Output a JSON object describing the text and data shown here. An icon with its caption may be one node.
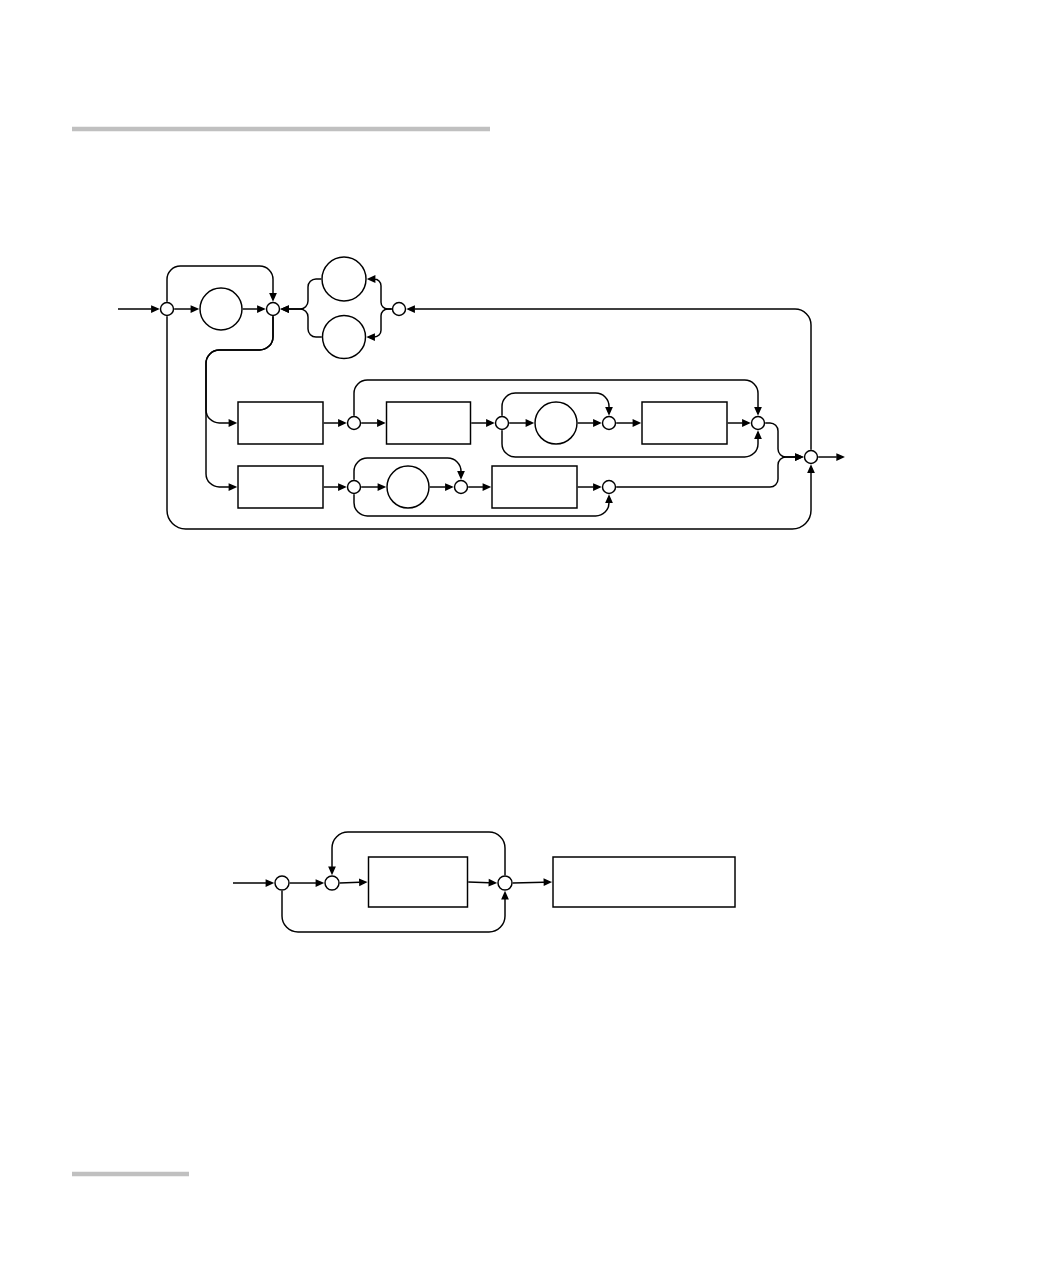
{
  "diagram": {
    "nodes": [
      {
        "text": [],
        "shape": "circle"
      },
      {
        "text": [],
        "shape": "circle"
      },
      {
        "text": [],
        "shape": "circle"
      },
      {
        "text": [],
        "shape": "circle"
      },
      {
        "text": [],
        "shape": "circle"
      },
      {
        "text": [],
        "shape": "circle"
      },
      {
        "text": [],
        "shape": "box"
      },
      {
        "text": [],
        "shape": "circle"
      },
      {
        "text": [],
        "shape": "box"
      },
      {
        "text": [],
        "shape": "circle"
      },
      {
        "text": [],
        "shape": "circle"
      },
      {
        "text": [],
        "shape": "circle"
      },
      {
        "text": [],
        "shape": "box"
      },
      {
        "text": [],
        "shape": "circle"
      },
      {
        "text": [],
        "shape": "circle"
      },
      {
        "text": [],
        "shape": "box"
      },
      {
        "text": [],
        "shape": "circle"
      },
      {
        "text": [],
        "shape": "circle"
      },
      {
        "text": [],
        "shape": "circle"
      },
      {
        "text": [],
        "shape": "box"
      },
      {
        "text": [],
        "shape": "circle"
      },
      {
        "text": [],
        "shape": "circle"
      },
      {
        "text": [],
        "shape": "circle"
      },
      {
        "text": [],
        "shape": "box"
      },
      {
        "text": [],
        "shape": "circle"
      },
      {
        "text": [],
        "shape": "box"
      }
    ],
    "edges": [
      {
        "from": null,
        "to": 0,
        "arrow": "to"
      },
      {
        "from": 0,
        "to": 1,
        "arrow": "to"
      },
      {
        "from": 1,
        "to": 2,
        "arrow": "to"
      },
      {
        "from": 0,
        "to": 2,
        "arrow": "to"
      },
      {
        "from": 5,
        "to": 3,
        "arrow": "to"
      },
      {
        "from": 5,
        "to": 4,
        "arrow": "to"
      },
      {
        "from": 3,
        "to": 2,
        "arrow": "to"
      },
      {
        "from": 4,
        "to": 2,
        "arrow": "to"
      },
      {
        "from": 14,
        "to": 5,
        "arrow": "to"
      },
      {
        "from": 2,
        "to": 6,
        "arrow": "to"
      },
      {
        "from": 2,
        "to": 15,
        "arrow": "to"
      },
      {
        "from": 6,
        "to": 7,
        "arrow": "to"
      },
      {
        "from": 7,
        "to": 8,
        "arrow": "to"
      },
      {
        "from": 7,
        "to": 13,
        "arrow": "to"
      },
      {
        "from": 8,
        "to": 9,
        "arrow": "to"
      },
      {
        "from": 9,
        "to": 10,
        "arrow": "to"
      },
      {
        "from": 9,
        "to": 11,
        "arrow": "to"
      },
      {
        "from": 10,
        "to": 11,
        "arrow": "to"
      },
      {
        "from": 11,
        "to": 12,
        "arrow": "to"
      },
      {
        "from": 9,
        "to": 13,
        "arrow": "to"
      },
      {
        "from": 12,
        "to": 13,
        "arrow": "to"
      },
      {
        "from": 13,
        "to": 14,
        "arrow": "to"
      },
      {
        "from": 15,
        "to": 16,
        "arrow": "to"
      },
      {
        "from": 16,
        "to": 17,
        "arrow": "to"
      },
      {
        "from": 16,
        "to": 18,
        "arrow": "to"
      },
      {
        "from": 17,
        "to": 18,
        "arrow": "to"
      },
      {
        "from": 18,
        "to": 19,
        "arrow": "to"
      },
      {
        "from": 19,
        "to": 20,
        "arrow": "to"
      },
      {
        "from": 16,
        "to": 20,
        "arrow": "to"
      },
      {
        "from": 20,
        "to": 14,
        "arrow": "to"
      },
      {
        "from": 14,
        "to": null,
        "arrow": "to"
      },
      {
        "from": 0,
        "to": 14,
        "arrow": "to"
      },
      {
        "from": null,
        "to": 21,
        "arrow": "to"
      },
      {
        "from": 21,
        "to": 22,
        "arrow": "to"
      },
      {
        "from": 22,
        "to": 23,
        "arrow": "to"
      },
      {
        "from": 23,
        "to": 24,
        "arrow": "to"
      },
      {
        "from": 24,
        "to": 22,
        "arrow": "to"
      },
      {
        "from": 21,
        "to": 24,
        "arrow": "to"
      },
      {
        "from": 24,
        "to": 25,
        "arrow": "to"
      }
    ]
  }
}
